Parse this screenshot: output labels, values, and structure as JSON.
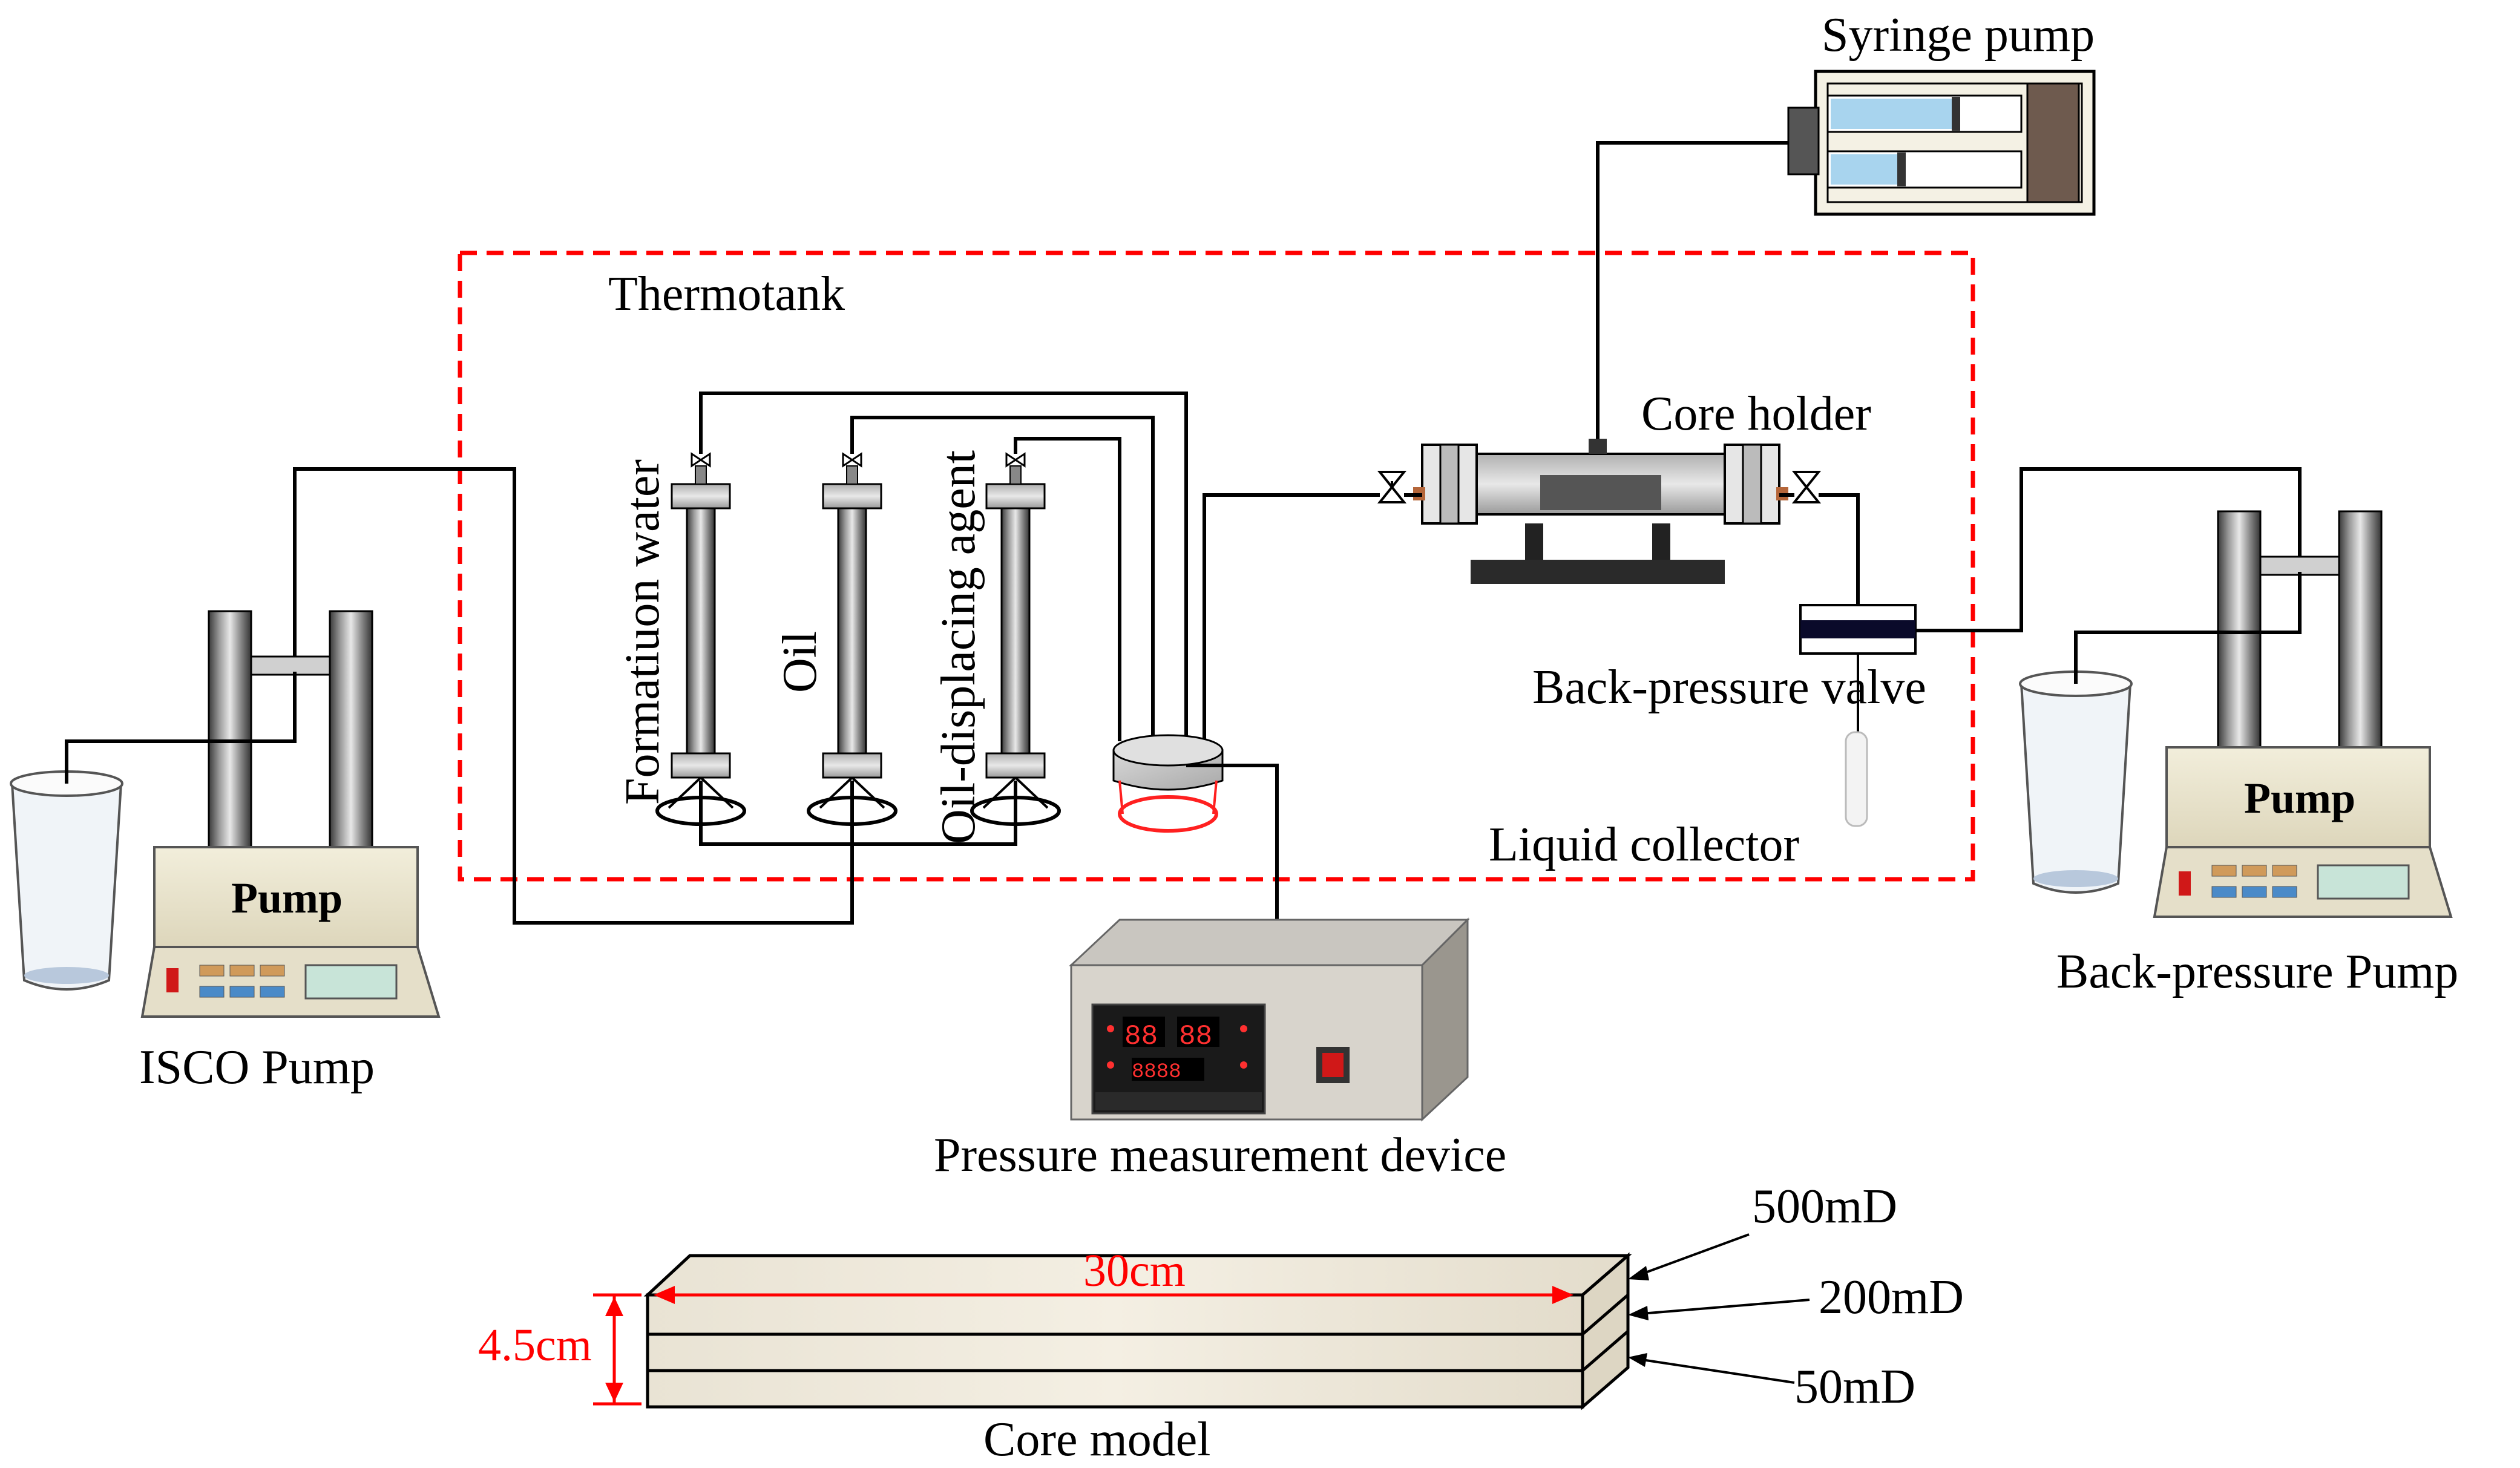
{
  "labels": {
    "syringe_pump": "Syringe pump",
    "thermotank": "Thermotank",
    "core_holder": "Core holder",
    "formation_water": "Formatiuon water",
    "oil": "Oil",
    "oil_displacing_agent": "Oil-displacing agent",
    "back_pressure_valve": "Back-pressure valve",
    "liquid_collector": "Liquid collector",
    "isco_pump": "ISCO Pump",
    "back_pressure_pump": "Back-pressure Pump",
    "pressure_device": "Pressure measurement device",
    "core_model": "Core model"
  },
  "pump_word": "Pump",
  "core_model": {
    "length": "30cm",
    "height": "4.5cm",
    "layers": [
      "500mD",
      "200mD",
      "50mD"
    ]
  },
  "pressure_display": {
    "digits_top_left": "88",
    "digits_top_right": "88",
    "digits_bottom": "8888"
  },
  "colors": {
    "thermotank_border": "#ff0000",
    "dimension": "#ff0000",
    "syringe_fluid": "#a8d4ee",
    "led": "#ff2020"
  }
}
